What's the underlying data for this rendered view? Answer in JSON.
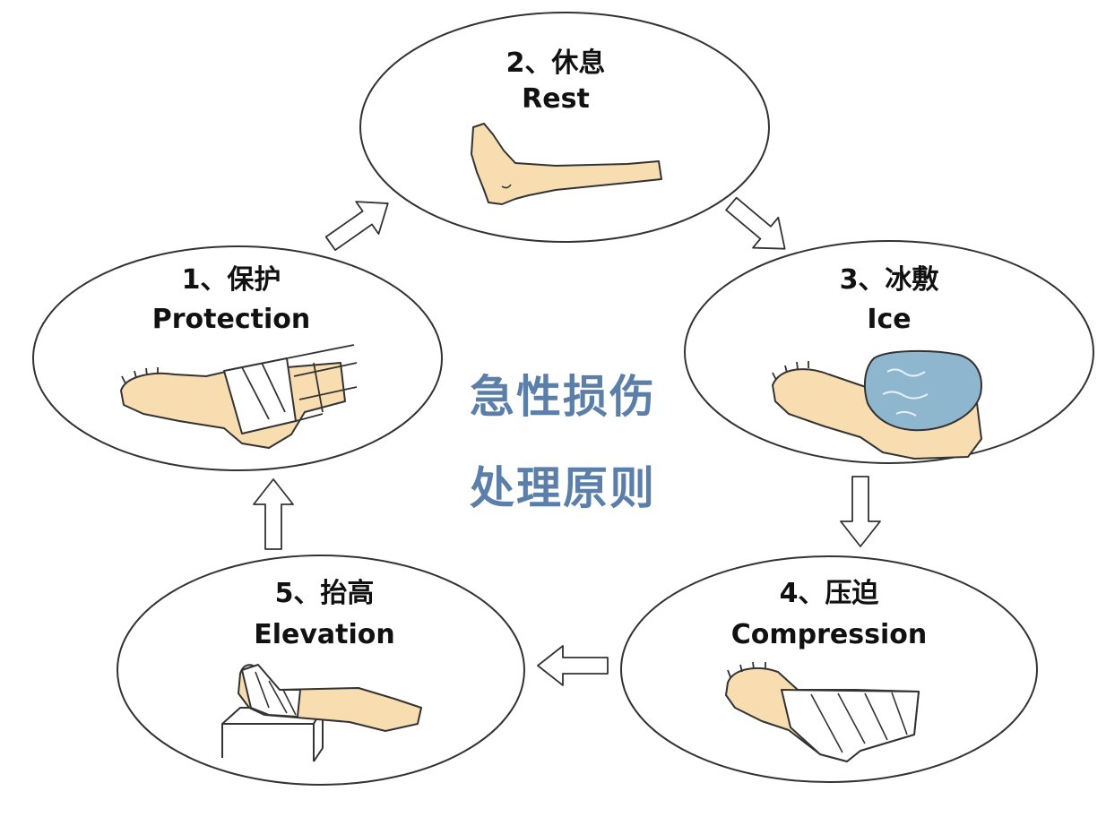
{
  "center": {
    "line1": "急性损伤",
    "line2": "处理原则",
    "color": "#5b7fa8"
  },
  "steps": [
    {
      "id": "protection",
      "number_cn": "1、保护",
      "en": "Protection"
    },
    {
      "id": "rest",
      "number_cn": "2、休息",
      "en": "Rest"
    },
    {
      "id": "ice",
      "number_cn": "3、冰敷",
      "en": "Ice"
    },
    {
      "id": "compression",
      "number_cn": "4、压迫",
      "en": "Compression"
    },
    {
      "id": "elevation",
      "number_cn": "5、抬高",
      "en": "Elevation"
    }
  ],
  "colors": {
    "outline": "#333333",
    "skin": "#f7ddb0",
    "ice": "#8fb6cf",
    "arrow_fill": "#ffffff"
  }
}
